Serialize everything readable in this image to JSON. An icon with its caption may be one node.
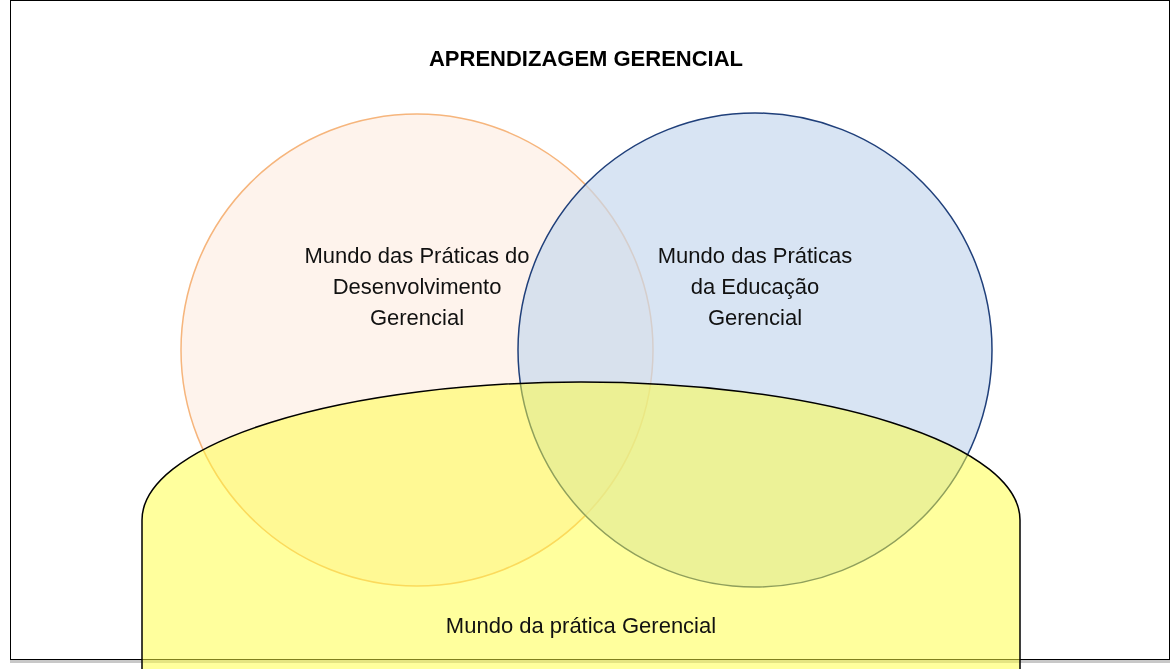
{
  "diagram": {
    "title": "APRENDIZAGEM GERENCIAL",
    "nodes": [
      {
        "text": [
          "Mundo das Práticas do Desenvolvimento Gerencial"
        ]
      },
      {
        "text": [
          "Mundo das Práticas da Educação Gerencial"
        ]
      },
      {
        "text": [
          "Mundo da prática Gerencial"
        ]
      }
    ]
  }
}
